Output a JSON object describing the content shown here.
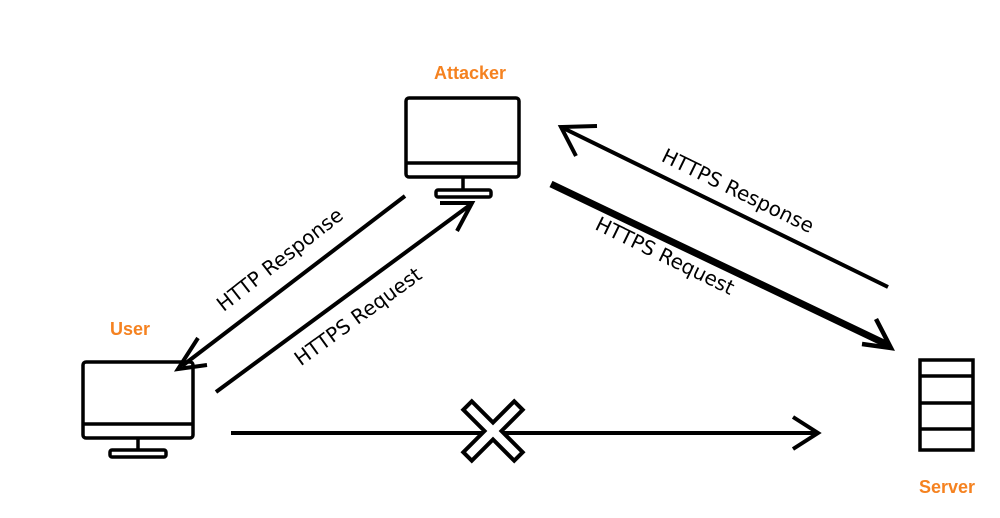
{
  "colors": {
    "node_label": "#f58220",
    "stroke": "#000000",
    "background": "#ffffff"
  },
  "nodes": {
    "attacker": {
      "label": "Attacker",
      "icon": "monitor-icon"
    },
    "user": {
      "label": "User",
      "icon": "monitor-icon"
    },
    "server": {
      "label": "Server",
      "icon": "server-icon"
    }
  },
  "edges": {
    "attacker_to_user_response": "HTTP  Response",
    "user_to_attacker_request": "HTTPS Request",
    "server_to_attacker_response": "HTTPS  Response",
    "attacker_to_server_request": "HTTPS Request",
    "user_to_server_blocked": {
      "label": "",
      "marker": "cross-icon"
    }
  }
}
